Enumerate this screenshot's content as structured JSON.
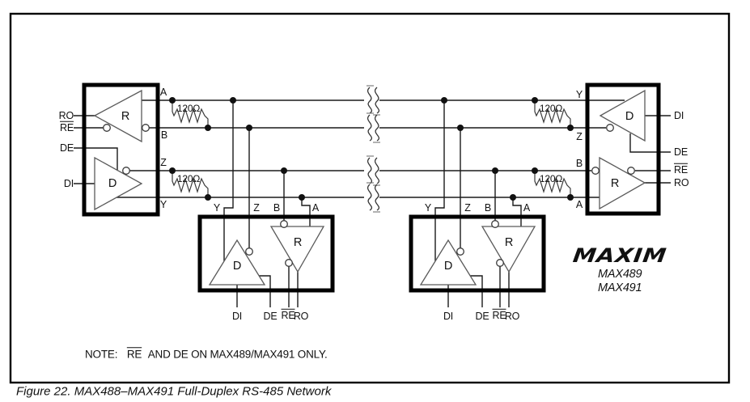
{
  "figure": {
    "caption": "Figure 22. MAX488–MAX491 Full-Duplex RS-485 Network"
  },
  "note": {
    "label": "NOTE:",
    "re": "RE",
    "rest": "AND DE ON MAX489/MAX491 ONLY."
  },
  "logo": {
    "brand": "MAXIM",
    "model_1": "MAX489",
    "model_2": "MAX491"
  },
  "resistor": {
    "value": "120Ω"
  },
  "labels": {
    "a": "A",
    "b": "B",
    "z": "Z",
    "y": "Y",
    "ro": "RO",
    "re": "RE",
    "de": "DE",
    "di": "DI",
    "receiver": "R",
    "driver": "D"
  }
}
